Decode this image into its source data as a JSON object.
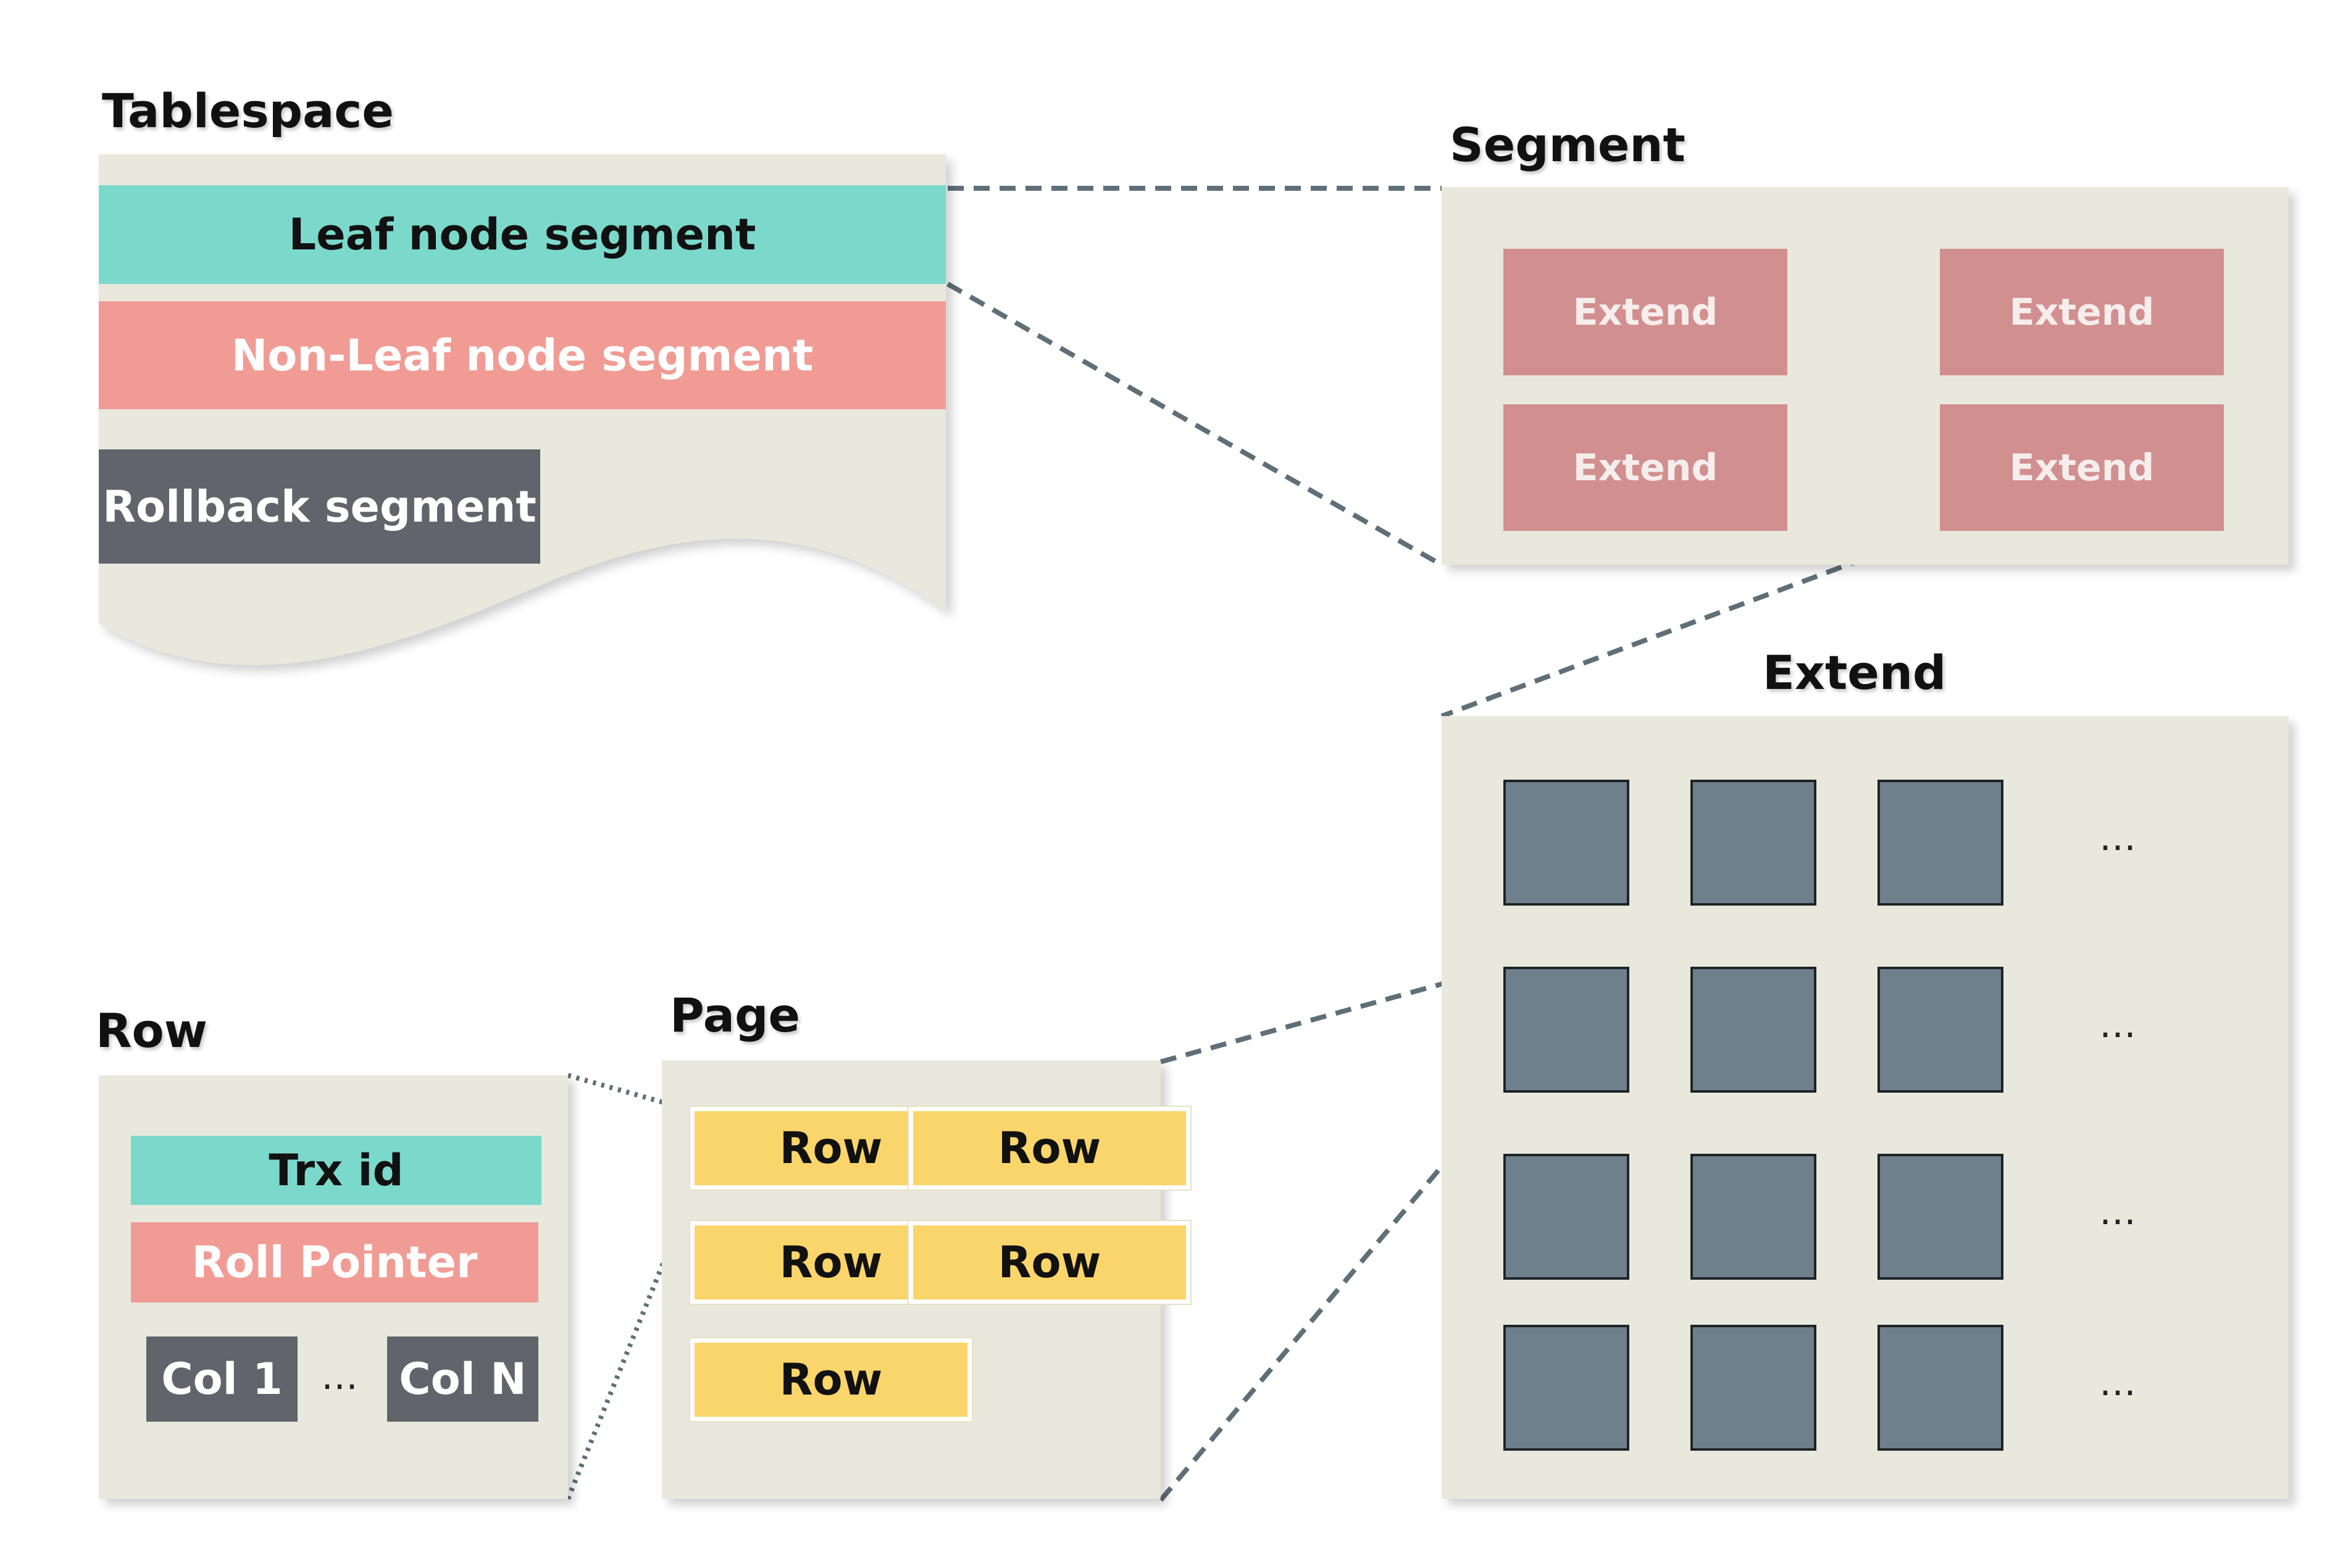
{
  "titles": {
    "tablespace": "Tablespace",
    "segment": "Segment",
    "extend": "Extend",
    "row": "Row",
    "page": "Page"
  },
  "tablespace": {
    "leaf_segment": "Leaf node segment",
    "nonleaf_segment": "Non-Leaf node segment",
    "rollback_segment": "Rollback segment"
  },
  "segment": {
    "extends": [
      "Extend",
      "Extend",
      "Extend",
      "Extend"
    ]
  },
  "extend": {
    "ellipsis": [
      "…",
      "…",
      "…",
      "…"
    ]
  },
  "row": {
    "trx_id": "Trx id",
    "roll_pointer": "Roll Pointer",
    "col_first": "Col 1",
    "col_ellipsis": "…",
    "col_last": "Col N"
  },
  "page": {
    "rows": [
      "Row",
      "Row",
      "Row",
      "Row",
      "Row"
    ]
  },
  "colors": {
    "panel": "#e8e8dc",
    "leaf": "#7bd9cc",
    "nonleaf": "#f09c95",
    "rollback": "#62646c",
    "extend_box": "#d28f8f",
    "page_square": "#6e808b",
    "row_cell": "#fad56b",
    "connector": "#5f6f78"
  }
}
